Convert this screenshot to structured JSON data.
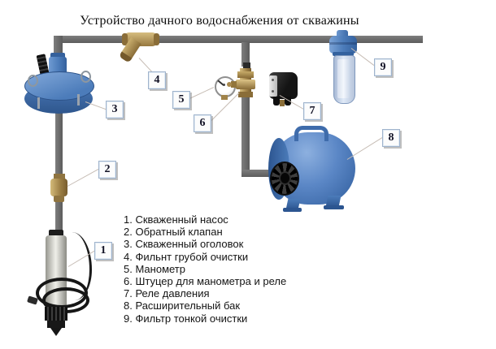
{
  "title": "Устройство дачного водоснабжения от скважины",
  "callouts": [
    "1",
    "2",
    "3",
    "4",
    "5",
    "6",
    "7",
    "8",
    "9"
  ],
  "legend": {
    "items": [
      {
        "text": "1. Скваженный насос"
      },
      {
        "text": "2. Обратный клапан"
      },
      {
        "text": "3. Скваженный оголовок"
      },
      {
        "text": "4. Фильнт грубой очистки"
      },
      {
        "text": "5. Манометр"
      },
      {
        "text": "6. Штуцер для манометра и реле"
      },
      {
        "text": "7. Реле давления"
      },
      {
        "text": "8. Расширительный бак"
      },
      {
        "text": "9. Фильтр тонкой очистки"
      }
    ]
  },
  "colors": {
    "pipe_gray": "#6b6b6b",
    "brass": "#b0945a",
    "equipment_blue": "#4c7cba",
    "tank_blue": "#5b87c6",
    "switch_black": "#1a1a1a",
    "callout_border": "#9fb3cc",
    "leader_line": "#c6bcb4"
  }
}
